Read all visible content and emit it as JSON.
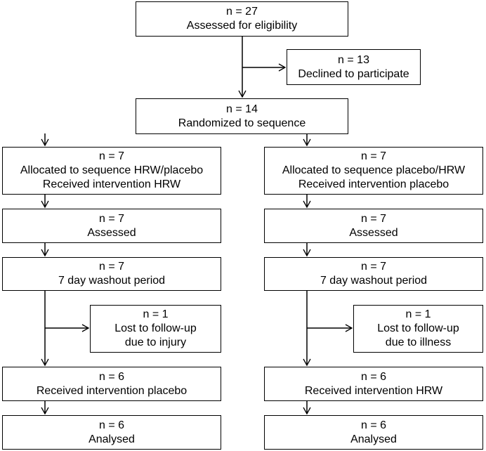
{
  "diagram": {
    "type": "CONSORT flow diagram",
    "nodes": [
      {
        "id": "eligibility",
        "lines": [
          "n = 27",
          "Assessed for eligibility"
        ]
      },
      {
        "id": "declined",
        "lines": [
          "n = 13",
          "Declined to participate"
        ]
      },
      {
        "id": "randomized",
        "lines": [
          "n = 14",
          "Randomized to sequence"
        ]
      },
      {
        "id": "alloc-left",
        "lines": [
          "n = 7",
          "Allocated to sequence HRW/placebo",
          "Received intervention HRW"
        ]
      },
      {
        "id": "alloc-right",
        "lines": [
          "n = 7",
          "Allocated to sequence placebo/HRW",
          "Received intervention placebo"
        ]
      },
      {
        "id": "assessed-left",
        "lines": [
          "n = 7",
          "Assessed"
        ]
      },
      {
        "id": "assessed-right",
        "lines": [
          "n = 7",
          "Assessed"
        ]
      },
      {
        "id": "washout-left",
        "lines": [
          "n = 7",
          "7 day washout period"
        ]
      },
      {
        "id": "washout-right",
        "lines": [
          "n = 7",
          "7 day washout period"
        ]
      },
      {
        "id": "lost-left",
        "lines": [
          "n = 1",
          "Lost to follow-up",
          "due to injury"
        ]
      },
      {
        "id": "lost-right",
        "lines": [
          "n = 1",
          "Lost to follow-up",
          "due to illness"
        ]
      },
      {
        "id": "intervention-left",
        "lines": [
          "n = 6",
          "Received intervention placebo"
        ]
      },
      {
        "id": "intervention-right",
        "lines": [
          "n = 6",
          "Received intervention HRW"
        ]
      },
      {
        "id": "analysed-left",
        "lines": [
          "n = 6",
          "Analysed"
        ]
      },
      {
        "id": "analysed-right",
        "lines": [
          "n = 6",
          "Analysed"
        ]
      }
    ],
    "edges": [
      {
        "from": "eligibility",
        "to": "randomized"
      },
      {
        "from": "eligibility",
        "to": "declined"
      },
      {
        "from": "randomized",
        "to": "alloc-left"
      },
      {
        "from": "randomized",
        "to": "alloc-right"
      },
      {
        "from": "alloc-left",
        "to": "assessed-left"
      },
      {
        "from": "alloc-right",
        "to": "assessed-right"
      },
      {
        "from": "assessed-left",
        "to": "washout-left"
      },
      {
        "from": "assessed-right",
        "to": "washout-right"
      },
      {
        "from": "washout-left",
        "to": "intervention-left"
      },
      {
        "from": "washout-left",
        "to": "lost-left"
      },
      {
        "from": "washout-right",
        "to": "intervention-right"
      },
      {
        "from": "washout-right",
        "to": "lost-right"
      },
      {
        "from": "intervention-left",
        "to": "analysed-left"
      },
      {
        "from": "intervention-right",
        "to": "analysed-right"
      }
    ],
    "colors": {
      "line": "#000000",
      "box_fill": "#ffffff",
      "text": "#000000"
    }
  }
}
